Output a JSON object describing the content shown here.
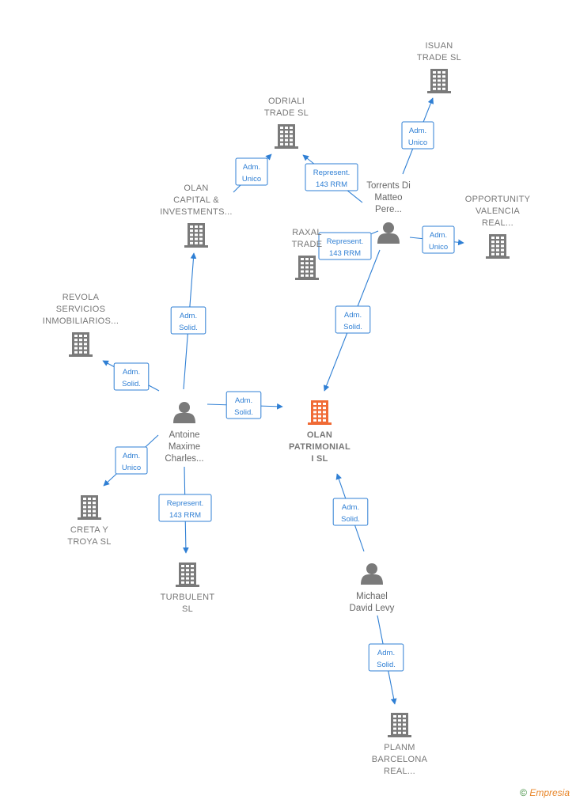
{
  "colors": {
    "company": "#7a7a7a",
    "focus_company": "#f06a35",
    "person": "#7a7a7a",
    "edge": "#2f7fd4"
  },
  "nodes": [
    {
      "id": "isuan",
      "kind": "company",
      "label": [
        "ISUAN",
        "TRADE  SL"
      ]
    },
    {
      "id": "odriali",
      "kind": "company",
      "label": [
        "ODRIALI",
        "TRADE  SL"
      ]
    },
    {
      "id": "olancap",
      "kind": "company",
      "label": [
        "OLAN",
        "CAPITAL &",
        "INVESTMENTS..."
      ]
    },
    {
      "id": "torrents",
      "kind": "person",
      "label": [
        "Torrents Di",
        "Matteo",
        "Pere..."
      ]
    },
    {
      "id": "opportunity",
      "kind": "company",
      "label": [
        "OPPORTUNITY",
        "VALENCIA",
        "REAL..."
      ]
    },
    {
      "id": "raxal",
      "kind": "company",
      "label": [
        "RAXAL",
        "TRADE"
      ]
    },
    {
      "id": "revola",
      "kind": "company",
      "label": [
        "REVOLA",
        "SERVICIOS",
        "INMOBILIARIOS..."
      ]
    },
    {
      "id": "antoine",
      "kind": "person",
      "label": [
        "Antoine",
        "Maxime",
        "Charles..."
      ]
    },
    {
      "id": "olanpat",
      "kind": "focus",
      "label": [
        "OLAN",
        "PATRIMONIAL",
        "I  SL"
      ]
    },
    {
      "id": "creta",
      "kind": "company",
      "label": [
        "CRETA Y",
        "TROYA  SL"
      ]
    },
    {
      "id": "turbulent",
      "kind": "company",
      "label": [
        "TURBULENT",
        "SL"
      ]
    },
    {
      "id": "michael",
      "kind": "person",
      "label": [
        "Michael",
        "David Levy"
      ]
    },
    {
      "id": "planm",
      "kind": "company",
      "label": [
        "PLANM",
        "BARCELONA",
        "REAL..."
      ]
    }
  ],
  "edges": [
    {
      "from": "torrents",
      "to": "isuan",
      "label": [
        "Adm.",
        "Unico"
      ]
    },
    {
      "from": "olancap",
      "to": "odriali",
      "label": [
        "Adm.",
        "Unico"
      ]
    },
    {
      "from": "torrents",
      "to": "odriali",
      "label": [
        "Represent.",
        "143 RRM"
      ]
    },
    {
      "from": "torrents",
      "to": "raxal",
      "label": [
        "Represent.",
        "143 RRM"
      ]
    },
    {
      "from": "torrents",
      "to": "opportunity",
      "label": [
        "Adm.",
        "Unico"
      ]
    },
    {
      "from": "torrents",
      "to": "olanpat",
      "label": [
        "Adm.",
        "Solid."
      ]
    },
    {
      "from": "antoine",
      "to": "olancap",
      "label": [
        "Adm.",
        "Solid."
      ]
    },
    {
      "from": "antoine",
      "to": "revola",
      "label": [
        "Adm.",
        "Solid."
      ]
    },
    {
      "from": "antoine",
      "to": "olanpat",
      "label": [
        "Adm.",
        "Solid."
      ]
    },
    {
      "from": "antoine",
      "to": "creta",
      "label": [
        "Adm.",
        "Unico"
      ]
    },
    {
      "from": "antoine",
      "to": "turbulent",
      "label": [
        "Represent.",
        "143 RRM"
      ]
    },
    {
      "from": "michael",
      "to": "olanpat",
      "label": [
        "Adm.",
        "Solid."
      ]
    },
    {
      "from": "michael",
      "to": "planm",
      "label": [
        "Adm.",
        "Solid."
      ]
    }
  ],
  "watermark": {
    "symbol": "©",
    "brand": "Empresia"
  }
}
